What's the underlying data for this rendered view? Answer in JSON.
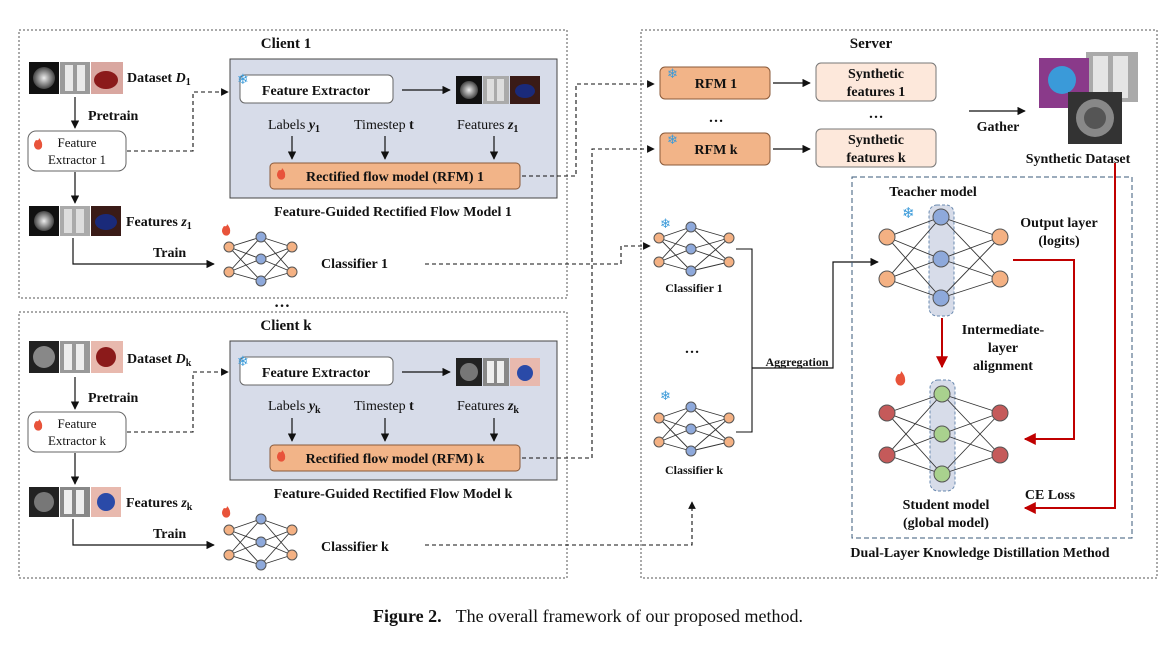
{
  "client1": {
    "title": "Client 1",
    "dataset": "Dataset",
    "dataset_sym": "D",
    "dataset_sub": "1",
    "pretrain": "Pretrain",
    "fe_line1": "Feature",
    "fe_line2": "Extractor 1",
    "features": "Features",
    "features_sym": "z",
    "features_sub": "1",
    "train": "Train",
    "classifier": "Classifier 1",
    "panel": {
      "feature_extractor": "Feature Extractor",
      "labels": "Labels",
      "labels_sym": "y",
      "labels_sub": "1",
      "timestep": "Timestep",
      "timestep_sym": "t",
      "features": "Features",
      "features_sym": "z",
      "features_sub": "1",
      "rfm": "Rectified flow model (RFM) 1",
      "caption": "Feature-Guided Rectified Flow Model 1"
    }
  },
  "clientk": {
    "title": "Client k",
    "dataset": "Dataset",
    "dataset_sym": "D",
    "dataset_sub": "k",
    "pretrain": "Pretrain",
    "fe_line1": "Feature",
    "fe_line2": "Extractor k",
    "features": "Features",
    "features_sym": "z",
    "features_sub": "k",
    "train": "Train",
    "classifier": "Classifier k",
    "panel": {
      "feature_extractor": "Feature Extractor",
      "labels": "Labels",
      "labels_sym": "y",
      "labels_sub": "k",
      "timestep": "Timestep",
      "timestep_sym": "t",
      "features": "Features",
      "features_sym": "z",
      "features_sub": "k",
      "rfm": "Rectified flow model (RFM) k",
      "caption": "Feature-Guided Rectified Flow Model k"
    }
  },
  "between_clients_ellipsis": "…",
  "server": {
    "title": "Server",
    "rfm1": "RFM 1",
    "rfmk": "RFM k",
    "rfm_ellipsis": "…",
    "synth1_line1": "Synthetic",
    "synth1_line2": "features 1",
    "synth_ellipsis": "…",
    "synthk_line1": "Synthetic",
    "synthk_line2": "features k",
    "gather": "Gather",
    "synthetic_dataset": "Synthetic Dataset",
    "classifier1": "Classifier 1",
    "classifierk": "Classifier k",
    "classifier_ellipsis": "…",
    "aggregation": "Aggregation",
    "teacher": "Teacher model",
    "output_line1": "Output layer",
    "output_line2": "(logits)",
    "inter_line1": "Intermediate-",
    "inter_line2": "layer",
    "inter_line3": "alignment",
    "ce_loss": "CE Loss",
    "student_line1": "Student model",
    "student_line2": "(global model)",
    "kd_method": "Dual-Layer Knowledge Distillation Method"
  },
  "caption": {
    "label": "Figure 2.",
    "text": "The overall framework of our proposed method."
  },
  "colors": {
    "panel_fill": "#d7dce9",
    "rfm_fill": "#f2b488",
    "synth_fill": "#fde8db",
    "node_orange": "#f4b183",
    "node_blue": "#8ea9db",
    "node_red": "#c55a5a",
    "node_green": "#a9d18e",
    "arrow_red": "#c00000",
    "snow_blue": "#3a9ad9",
    "fire_red": "#e8533a"
  },
  "icons": [
    "snowflake-icon",
    "fire-icon"
  ]
}
